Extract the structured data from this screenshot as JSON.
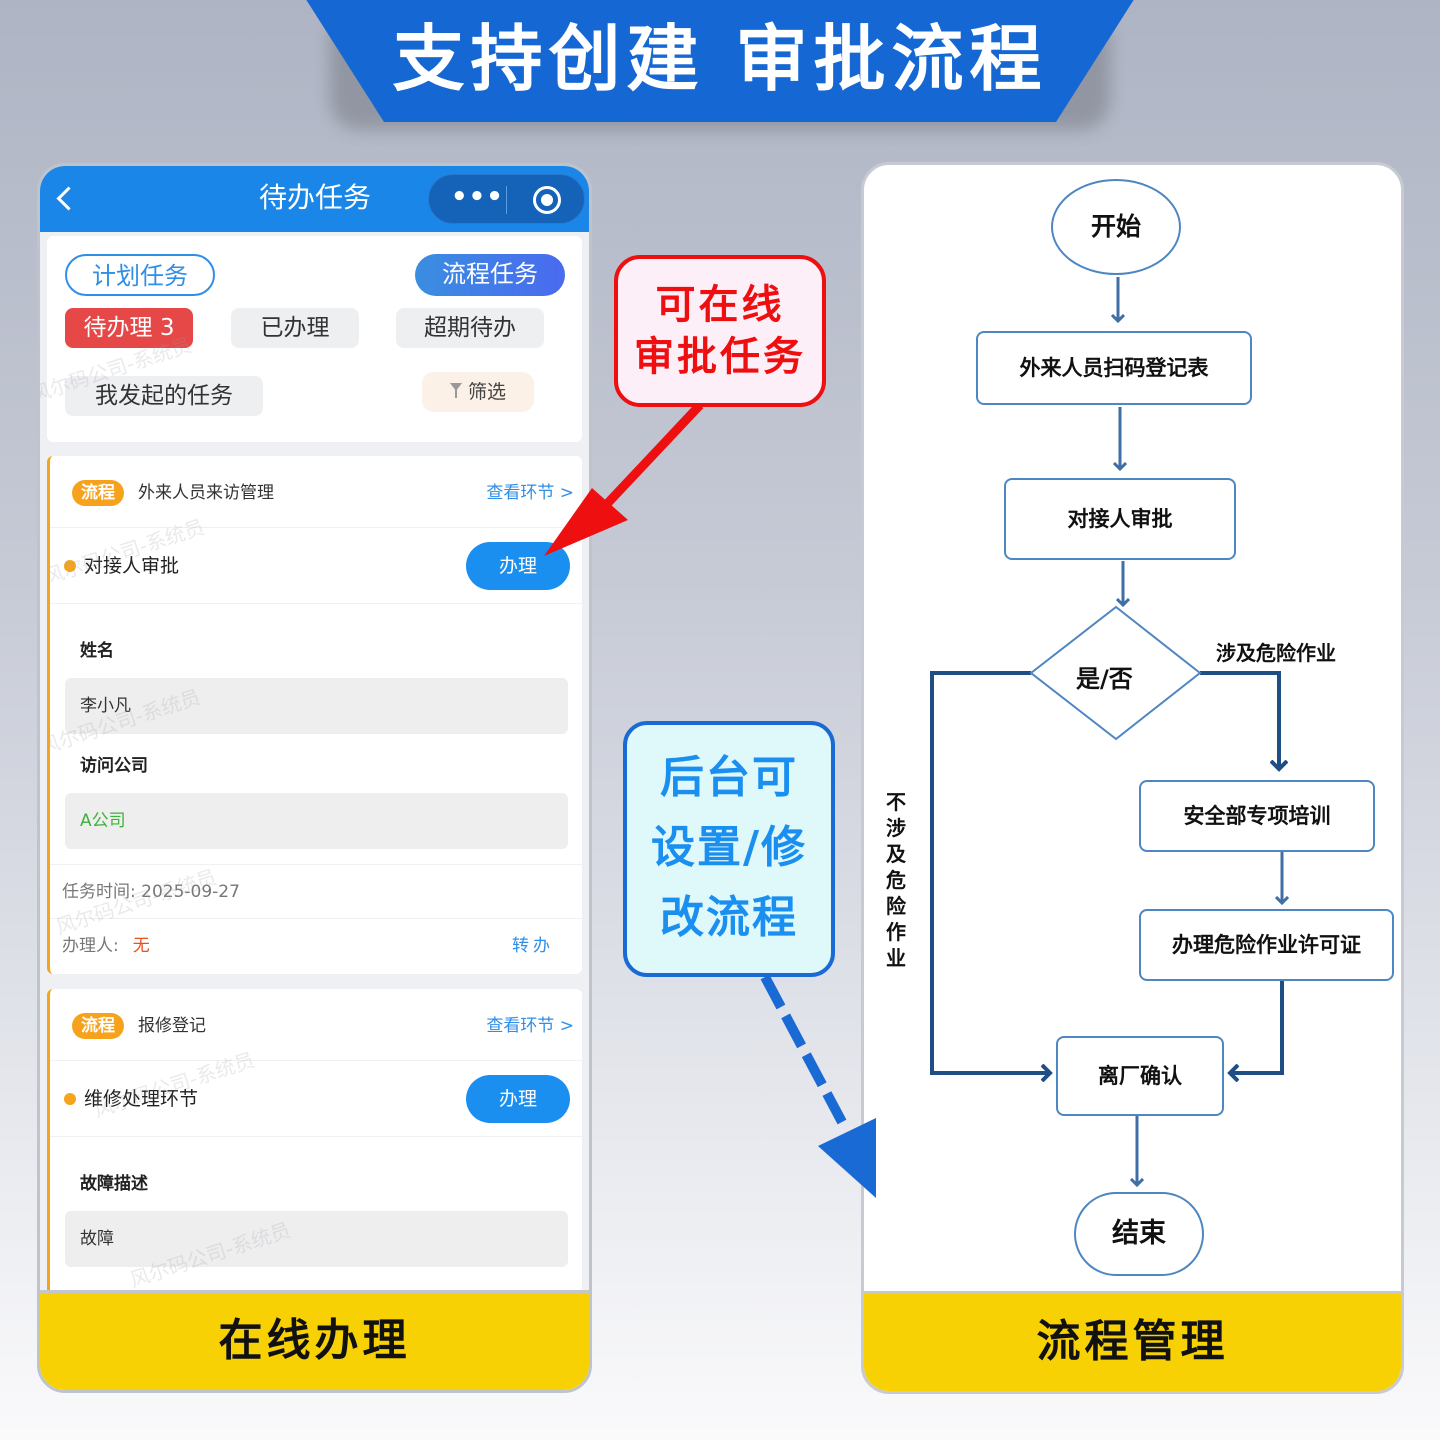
{
  "banner": {
    "title": "支持创建 审批流程"
  },
  "phone": {
    "header": {
      "title": "待办任务",
      "more_icon": "•••",
      "back_icon": "chevron-left",
      "target_icon": "record-circle"
    },
    "tabs": {
      "plan": "计划任务",
      "flow": "流程任务"
    },
    "filters": {
      "pending": "待办理 3",
      "done": "已办理",
      "overdue": "超期待办",
      "mine": "我发起的任务",
      "filter": "筛选"
    },
    "watermark": "风尔码公司-系统员",
    "tasks": [
      {
        "tag": "流程",
        "name": "外来人员来访管理",
        "link": "查看环节 >",
        "step": "对接人审批",
        "action": "办理",
        "fields": [
          {
            "label": "姓名",
            "value": "李小凡"
          },
          {
            "label": "访问公司",
            "value": "A公司"
          }
        ],
        "time_label": "任务时间:",
        "time_value": "2025-09-27",
        "handler_label": "办理人:",
        "handler_value": "无",
        "transfer": "转办"
      },
      {
        "tag": "流程",
        "name": "报修登记",
        "link": "查看环节 >",
        "step": "维修处理环节",
        "action": "办理",
        "fields": [
          {
            "label": "故障描述",
            "value": "故障"
          }
        ]
      }
    ],
    "caption": "在线办理"
  },
  "callouts": {
    "online": "可在线\n审批任务",
    "online_line1": "可在线",
    "online_line2": "审批任务",
    "backend_line1": "后台可",
    "backend_line2": "设置/修",
    "backend_line3": "改流程"
  },
  "flow": {
    "nodes": {
      "start": "开始",
      "register": "外来人员扫码登记表",
      "approve": "对接人审批",
      "decision": "是/否",
      "training": "安全部专项培训",
      "permit": "办理危险作业许可证",
      "leave": "离厂确认",
      "end": "结束"
    },
    "edge_labels": {
      "yes": "涉及危险作业",
      "no": "不涉及危险作业"
    },
    "caption": "流程管理",
    "colors": {
      "node_border": "#4e86c2",
      "edge": "#1f4e85"
    }
  },
  "colors": {
    "brand_blue": "#1568d3",
    "header_blue": "#1a86e8",
    "caption_yellow": "#f8d105",
    "callout_red": "#ee1010",
    "callout_blue": "#1a6ad5"
  }
}
